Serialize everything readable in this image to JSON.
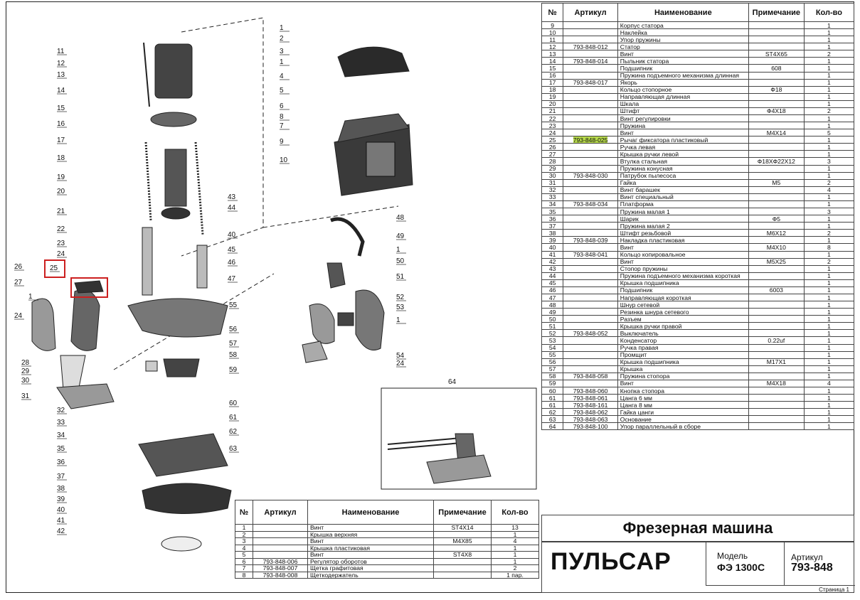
{
  "header": {
    "no": "№",
    "article": "Артикул",
    "name": "Наименование",
    "note": "Примечание",
    "qty": "Кол-во"
  },
  "parts_main": [
    {
      "no": "9",
      "art": "",
      "name": "Корпус статора",
      "note": "",
      "qty": "1"
    },
    {
      "no": "10",
      "art": "",
      "name": "Наклейка",
      "note": "",
      "qty": "1"
    },
    {
      "no": "11",
      "art": "",
      "name": "Упор пружины",
      "note": "",
      "qty": "1"
    },
    {
      "no": "12",
      "art": "793-848-012",
      "name": "Статор",
      "note": "",
      "qty": "1"
    },
    {
      "no": "13",
      "art": "",
      "name": "Винт",
      "note": "ST4X65",
      "qty": "2"
    },
    {
      "no": "14",
      "art": "793-848-014",
      "name": "Пыльник статора",
      "note": "",
      "qty": "1"
    },
    {
      "no": "15",
      "art": "",
      "name": "Подшипник",
      "note": "608",
      "qty": "1"
    },
    {
      "no": "16",
      "art": "",
      "name": "Пружина подъемного механизма длинная",
      "note": "",
      "qty": "1"
    },
    {
      "no": "17",
      "art": "793-848-017",
      "name": "Якорь",
      "note": "",
      "qty": "1"
    },
    {
      "no": "18",
      "art": "",
      "name": "Кольцо стопорное",
      "note": "Ф18",
      "qty": "1"
    },
    {
      "no": "19",
      "art": "",
      "name": "Направляющая длинная",
      "note": "",
      "qty": "1"
    },
    {
      "no": "20",
      "art": "",
      "name": "Шкала",
      "note": "",
      "qty": "1"
    },
    {
      "no": "21",
      "art": "",
      "name": "Штифт",
      "note": "Ф4X18",
      "qty": "2"
    },
    {
      "no": "22",
      "art": "",
      "name": "Винт регулировки",
      "note": "",
      "qty": "1"
    },
    {
      "no": "23",
      "art": "",
      "name": "Пружина",
      "note": "",
      "qty": "1"
    },
    {
      "no": "24",
      "art": "",
      "name": "Винт",
      "note": "M4X14",
      "qty": "5"
    },
    {
      "no": "25",
      "art": "793-848-025",
      "name": "Рычаг фиксатора пластиковый",
      "note": "",
      "qty": "1",
      "highlight": true
    },
    {
      "no": "26",
      "art": "",
      "name": "Ручка левая",
      "note": "",
      "qty": "1"
    },
    {
      "no": "27",
      "art": "",
      "name": "Крышка ручки левой",
      "note": "",
      "qty": "1"
    },
    {
      "no": "28",
      "art": "",
      "name": "Втулка стальная",
      "note": "Ф18XФ22X12",
      "qty": "3"
    },
    {
      "no": "29",
      "art": "",
      "name": "Пружина конусная",
      "note": "",
      "qty": "1"
    },
    {
      "no": "30",
      "art": "793-848-030",
      "name": "Патрубок пылесоса",
      "note": "",
      "qty": "1"
    },
    {
      "no": "31",
      "art": "",
      "name": "Гайка",
      "note": "M5",
      "qty": "2"
    },
    {
      "no": "32",
      "art": "",
      "name": "Винт барашек",
      "note": "",
      "qty": "4"
    },
    {
      "no": "33",
      "art": "",
      "name": "Винт специальный",
      "note": "",
      "qty": "1"
    },
    {
      "no": "34",
      "art": "793-848-034",
      "name": "Платформа",
      "note": "",
      "qty": "1"
    },
    {
      "no": "35",
      "art": "",
      "name": "Пружина малая 1",
      "note": "",
      "qty": "3"
    },
    {
      "no": "36",
      "art": "",
      "name": "Шарик",
      "note": "Ф5",
      "qty": "1"
    },
    {
      "no": "37",
      "art": "",
      "name": "Пружина малая 2",
      "note": "",
      "qty": "1"
    },
    {
      "no": "38",
      "art": "",
      "name": "Штифт резьбовой",
      "note": "M6X12",
      "qty": "2"
    },
    {
      "no": "39",
      "art": "793-848-039",
      "name": "Накладка пластиковая",
      "note": "",
      "qty": "1"
    },
    {
      "no": "40",
      "art": "",
      "name": "Винт",
      "note": "M4X10",
      "qty": "8"
    },
    {
      "no": "41",
      "art": "793-848-041",
      "name": "Кольцо копировальное",
      "note": "",
      "qty": "1"
    },
    {
      "no": "42",
      "art": "",
      "name": "Винт",
      "note": "M5X25",
      "qty": "2"
    },
    {
      "no": "43",
      "art": "",
      "name": "Стопор пружины",
      "note": "",
      "qty": "1"
    },
    {
      "no": "44",
      "art": "",
      "name": "Пружина подъемного механизма короткая",
      "note": "",
      "qty": "1"
    },
    {
      "no": "45",
      "art": "",
      "name": "Крышка подшипника",
      "note": "",
      "qty": "1"
    },
    {
      "no": "46",
      "art": "",
      "name": "Подшипник",
      "note": "6003",
      "qty": "1"
    },
    {
      "no": "47",
      "art": "",
      "name": "Направляющая короткая",
      "note": "",
      "qty": "1"
    },
    {
      "no": "48",
      "art": "",
      "name": "Шнур сетевой",
      "note": "",
      "qty": "1"
    },
    {
      "no": "49",
      "art": "",
      "name": "Резинка шнура сетевого",
      "note": "",
      "qty": "1"
    },
    {
      "no": "50",
      "art": "",
      "name": "Разъем",
      "note": "",
      "qty": "1"
    },
    {
      "no": "51",
      "art": "",
      "name": "Крышка ручки правой",
      "note": "",
      "qty": "1"
    },
    {
      "no": "52",
      "art": "793-848-052",
      "name": "Выключатель",
      "note": "",
      "qty": "1"
    },
    {
      "no": "53",
      "art": "",
      "name": "Конденсатор",
      "note": "0.22uf",
      "qty": "1"
    },
    {
      "no": "54",
      "art": "",
      "name": "Ручка правая",
      "note": "",
      "qty": "1"
    },
    {
      "no": "55",
      "art": "",
      "name": "Промщит",
      "note": "",
      "qty": "1"
    },
    {
      "no": "56",
      "art": "",
      "name": "Крышка подшипника",
      "note": "M17X1",
      "qty": "1"
    },
    {
      "no": "57",
      "art": "",
      "name": "Крышка",
      "note": "",
      "qty": "1"
    },
    {
      "no": "58",
      "art": "793-848-058",
      "name": "Пружина стопора",
      "note": "",
      "qty": "1"
    },
    {
      "no": "59",
      "art": "",
      "name": "Винт",
      "note": "M4X18",
      "qty": "4"
    },
    {
      "no": "60",
      "art": "793-848-060",
      "name": "Кнопка стопора",
      "note": "",
      "qty": "1"
    },
    {
      "no": "61",
      "art": "793-848-061",
      "name": "Цанга 6 мм",
      "note": "",
      "qty": "1"
    },
    {
      "no": "61",
      "art": "793-848-161",
      "name": "Цанга 8 мм",
      "note": "",
      "qty": "1"
    },
    {
      "no": "62",
      "art": "793-848-062",
      "name": "Гайка цанги",
      "note": "",
      "qty": "1"
    },
    {
      "no": "63",
      "art": "793-848-063",
      "name": "Основание",
      "note": "",
      "qty": "1"
    },
    {
      "no": "64",
      "art": "793-848-100",
      "name": "Упор параллельный в сборе",
      "note": "",
      "qty": "1"
    }
  ],
  "parts_bottom": [
    {
      "no": "1",
      "art": "",
      "name": "Винт",
      "note": "ST4X14",
      "qty": "13"
    },
    {
      "no": "2",
      "art": "",
      "name": "Крышка верхняя",
      "note": "",
      "qty": "1"
    },
    {
      "no": "3",
      "art": "",
      "name": "Винт",
      "note": "M4X85",
      "qty": "4"
    },
    {
      "no": "4",
      "art": "",
      "name": "Крышка пластиковая",
      "note": "",
      "qty": "1"
    },
    {
      "no": "5",
      "art": "",
      "name": "Винт",
      "note": "ST4X8",
      "qty": "1"
    },
    {
      "no": "6",
      "art": "793-848-006",
      "name": "Регулятор оборотов",
      "note": "",
      "qty": "1"
    },
    {
      "no": "7",
      "art": "793-848-007",
      "name": "Щетка графитовая",
      "note": "",
      "qty": "2"
    },
    {
      "no": "8",
      "art": "793-848-008",
      "name": "Щеткодержатель",
      "note": "",
      "qty": "1 пар."
    }
  ],
  "title": "Фрезерная машина",
  "brand": "ПУЛЬСАР",
  "model_label": "Модель",
  "model_value": "ФЭ 1300С",
  "article_label": "Артикул",
  "article_value": "793-848",
  "page_label": "Страница 1",
  "highlight_color": "#b6d94a",
  "callout_color": "#cc1f1f",
  "diagram_callouts_left": [
    "11",
    "12",
    "13",
    "14",
    "15",
    "16",
    "17",
    "18",
    "19",
    "20",
    "21",
    "22",
    "23",
    "24",
    "25",
    "26",
    "27",
    "1",
    "24",
    "28",
    "29",
    "30",
    "31",
    "32",
    "33",
    "34",
    "35",
    "36",
    "37",
    "38",
    "39",
    "40",
    "41",
    "42"
  ],
  "diagram_callouts_mid": [
    "43",
    "44",
    "40",
    "45",
    "46",
    "47",
    "55",
    "56",
    "57",
    "58",
    "59",
    "60",
    "61",
    "62",
    "63"
  ],
  "diagram_callouts_top": [
    "1",
    "2",
    "3",
    "1",
    "4",
    "5",
    "6",
    "8",
    "7",
    "9",
    "10"
  ],
  "diagram_callouts_right": [
    "48",
    "49",
    "1",
    "50",
    "51",
    "52",
    "53",
    "1",
    "54",
    "24"
  ],
  "inset_label": "64"
}
